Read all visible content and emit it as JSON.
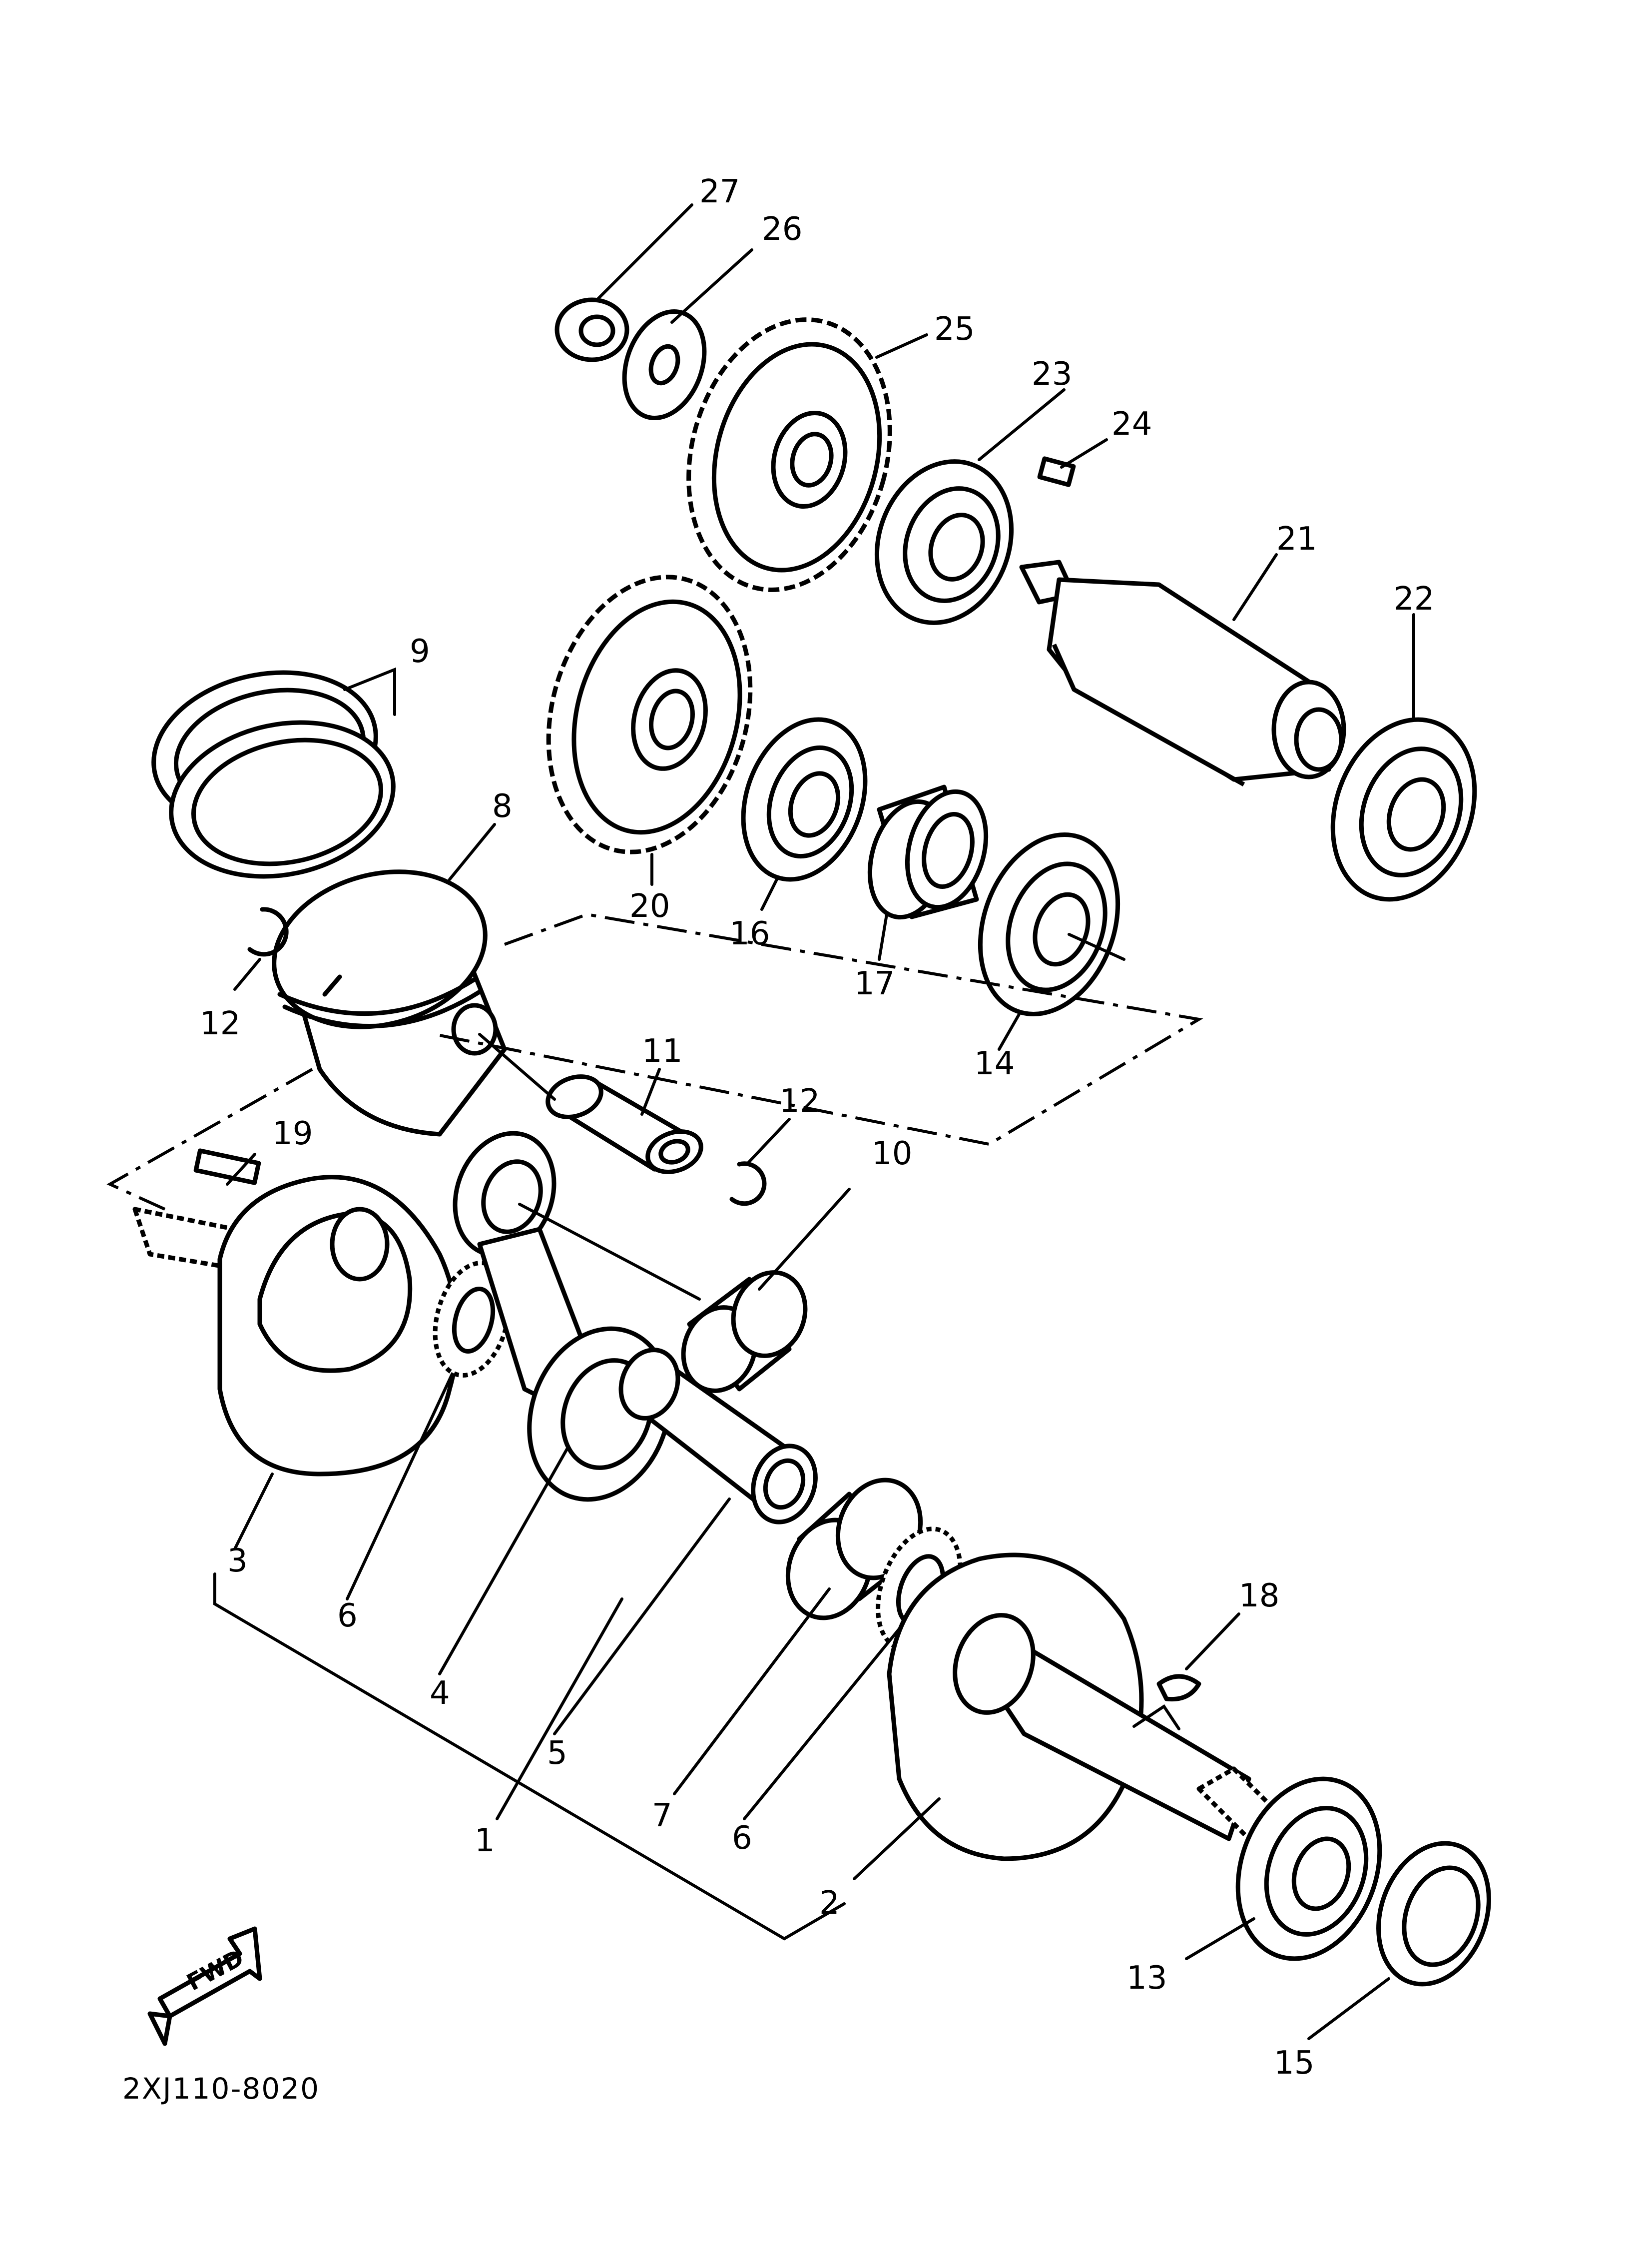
{
  "diagram": {
    "code": "2XJ110-8020",
    "fwd_label": "FWD",
    "callouts": [
      "27",
      "26",
      "25",
      "23",
      "24",
      "21",
      "22",
      "9",
      "8",
      "20",
      "16",
      "17",
      "14",
      "12",
      "11",
      "12",
      "10",
      "19",
      "3",
      "6",
      "4",
      "5",
      "1",
      "7",
      "6",
      "2",
      "18",
      "13",
      "15"
    ]
  }
}
